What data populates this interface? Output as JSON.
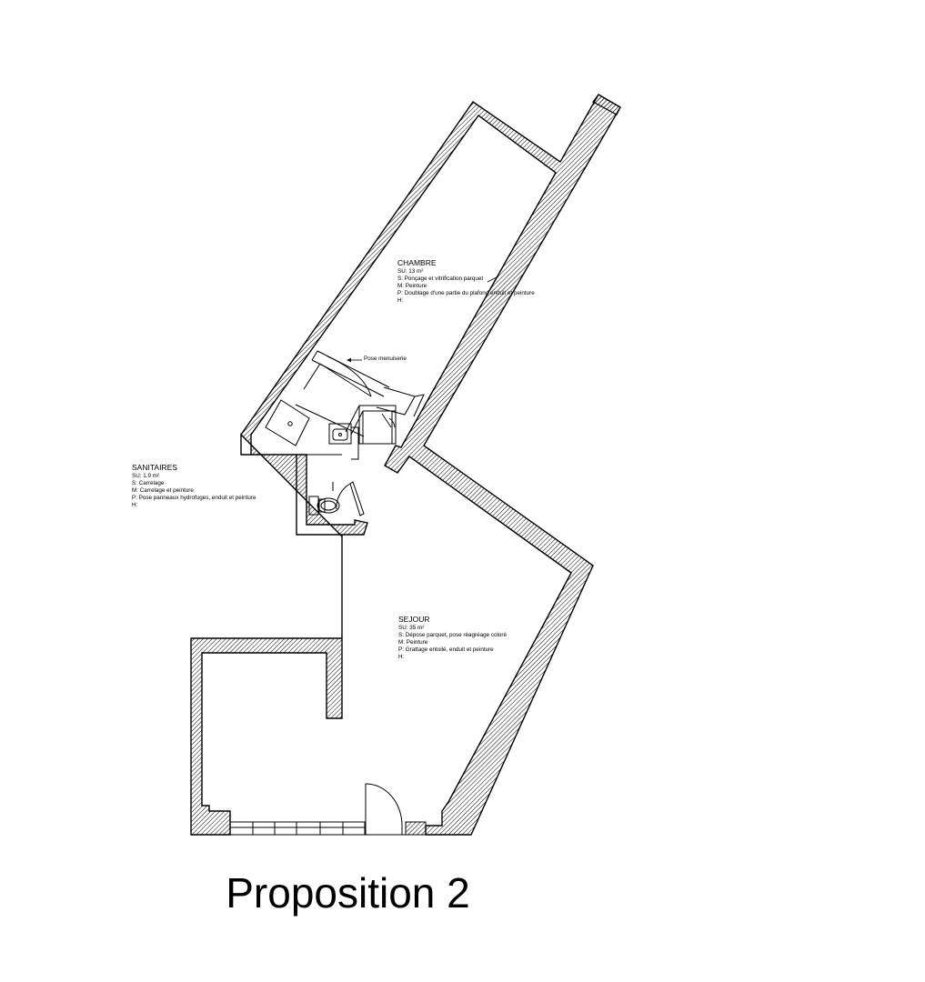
{
  "title": "Proposition 2",
  "rooms": {
    "chambre": {
      "name": "CHAMBRE",
      "lines": [
        "SU: 13 m²",
        "S:   Ponçage et vitrification parquet",
        "M:   Peinture",
        "P:   Doublage d'une partie du plafond enduit et peinture",
        "H:"
      ]
    },
    "sanitaires": {
      "name": "SANITAIRES",
      "lines": [
        "SU: 1.9 m²",
        "S:   Carrelage",
        "M:   Carrelage et peinture",
        "P:   Pose panneaux hydrofuges, enduit et peinture",
        "H:"
      ]
    },
    "sejour": {
      "name": "SEJOUR",
      "lines": [
        "SU: 35 m²",
        "S:   Dépose parquet, pose réagréage coloré",
        "M:   Peinture",
        "P:   Grattage entoilé, enduit et peinture",
        "H:"
      ]
    }
  },
  "annotations": {
    "pose_menuiserie": "Pose menuiserie"
  },
  "colors": {
    "line": "#000000",
    "background": "#ffffff"
  }
}
